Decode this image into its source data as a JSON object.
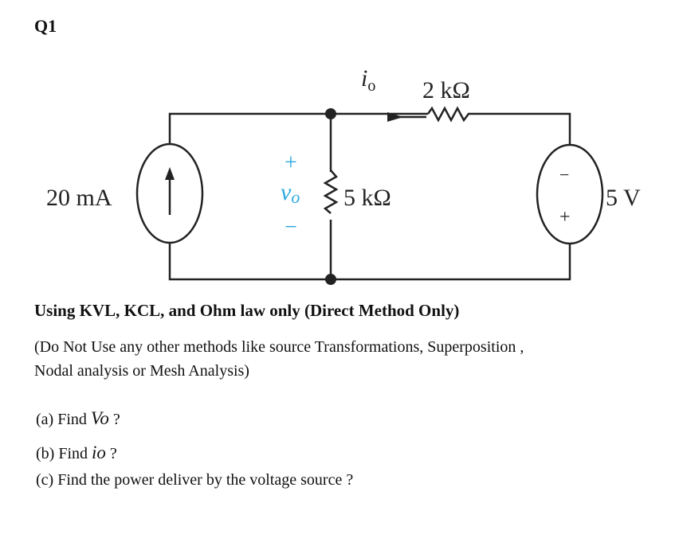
{
  "title": "Q1",
  "circuit": {
    "current_source": "20 mA",
    "resistor_shunt": "5 kΩ",
    "resistor_series": "2 kΩ",
    "voltage_source": "5 V",
    "current_label": "i",
    "current_sub": "o",
    "voltage_label": "v",
    "voltage_sub": "o",
    "plus": "+",
    "minus": "−",
    "vo_color": "#29a9e0"
  },
  "instruction": "Using KVL, KCL, and Ohm law only (Direct Method Only)",
  "note_line1": "(Do Not Use any other methods like source Transformations, Superposition ,",
  "note_line2": "Nodal analysis or Mesh Analysis)",
  "questions": [
    {
      "prefix": "(a) Find ",
      "var": "Vo",
      "suffix": " ?"
    },
    {
      "prefix": "(b) Find ",
      "var": "io",
      "suffix": " ?"
    },
    {
      "prefix": "(c) Find the power deliver by the voltage source ?"
    }
  ]
}
